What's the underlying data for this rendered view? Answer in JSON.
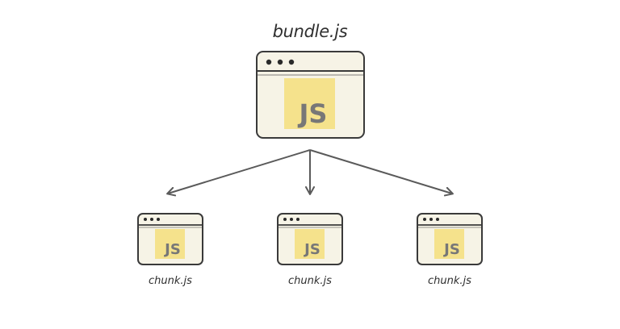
{
  "colors": {
    "window_fill": "#f6f3e6",
    "window_stroke": "#3a3a3a",
    "js_badge": "#f5e28c",
    "js_text": "#777777",
    "arrow": "#5a5a5a",
    "dot": "#2a2a2a"
  },
  "bundle": {
    "label": "bundle.js",
    "badge": "JS",
    "icon": "browser-window-icon"
  },
  "chunks": [
    {
      "label": "chunk.js",
      "badge": "JS",
      "icon": "browser-window-icon"
    },
    {
      "label": "chunk.js",
      "badge": "JS",
      "icon": "browser-window-icon"
    },
    {
      "label": "chunk.js",
      "badge": "JS",
      "icon": "browser-window-icon"
    }
  ]
}
